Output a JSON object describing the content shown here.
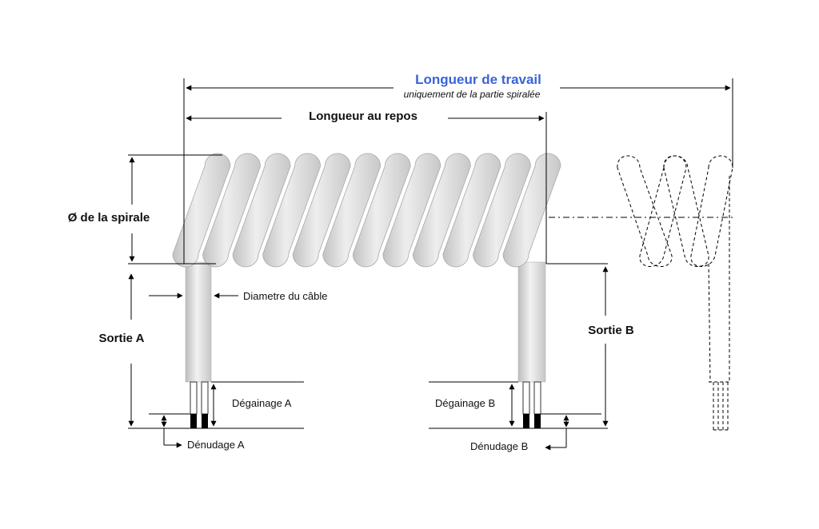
{
  "colors": {
    "accent_title": "#3a63d8",
    "coil": "#d4d4d4",
    "line": "#000000"
  },
  "labels": {
    "longueur_travail": "Longueur  de travail",
    "longueur_travail_sub": "uniquement  de la partie spiralée",
    "longueur_repos": "Longueur au repos",
    "diam_spirale": "Ø de la spirale",
    "diam_cable": "Diametre du câble",
    "sortie_a": "Sortie A",
    "sortie_b": "Sortie B",
    "degainage_a": "Dégainage A",
    "degainage_b": "Dégainage B",
    "denudage_a": "Dénudage A",
    "denudage_b": "Dénudage B"
  },
  "coil": {
    "turns": 12
  }
}
